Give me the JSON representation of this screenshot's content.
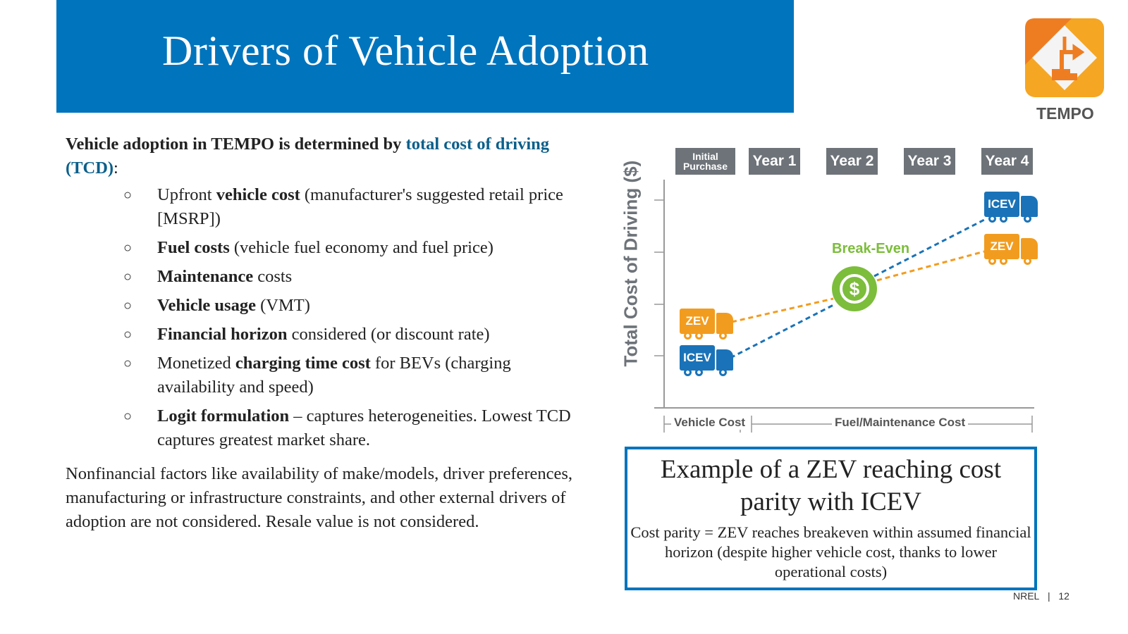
{
  "title": "Drivers of Vehicle Adoption",
  "logo": {
    "text": "TEMPO"
  },
  "intro": {
    "a": "Vehicle adoption in TEMPO is determined by ",
    "b": "total cost of driving (TCD)",
    "c": ":"
  },
  "bullets": [
    [
      {
        "t": "Upfront ",
        "b": false
      },
      {
        "t": "vehicle cost",
        "b": true
      },
      {
        "t": " (manufacturer's suggested retail price [MSRP])",
        "b": false
      }
    ],
    [
      {
        "t": "Fuel costs",
        "b": true
      },
      {
        "t": " (vehicle fuel economy and fuel price)",
        "b": false
      }
    ],
    [
      {
        "t": "Maintenance",
        "b": true
      },
      {
        "t": " costs",
        "b": false
      }
    ],
    [
      {
        "t": "Vehicle usage",
        "b": true
      },
      {
        "t": " (VMT)",
        "b": false
      }
    ],
    [
      {
        "t": "Financial horizon",
        "b": true
      },
      {
        "t": " considered (or discount rate)",
        "b": false
      }
    ],
    [
      {
        "t": "Monetized ",
        "b": false
      },
      {
        "t": "charging time cost",
        "b": true
      },
      {
        "t": " for BEVs (charging availability and speed)",
        "b": false
      }
    ],
    [
      {
        "t": "Logit formulation",
        "b": true
      },
      {
        "t": " – captures heterogeneities. Lowest TCD captures greatest market share.",
        "b": false
      }
    ]
  ],
  "bullet_glyph": "○",
  "footnote": "Nonfinancial factors like availability of make/models, driver preferences, manufacturing or infrastructure constraints, and other external drivers of adoption are not considered. Resale value is not considered.",
  "diagram": {
    "headers": [
      "Initial Purchase",
      "Year 1",
      "Year 2",
      "Year 3",
      "Year 4"
    ],
    "ylabel": "Total Cost of Driving ($)",
    "break_even": "Break-Even",
    "dollar": "$",
    "zev": "ZEV",
    "icev": "ICEV",
    "xlabels": [
      "Vehicle Cost",
      "Fuel/Maintenance Cost"
    ],
    "colors": {
      "zev": "#f29c1f",
      "icev": "#1a73b8",
      "break_even": "#7cbd3b",
      "header": "#6d7379"
    }
  },
  "caption": {
    "title": "Example of a ZEV reaching cost parity with ICEV",
    "text": "Cost parity = ZEV reaches breakeven within assumed financial horizon (despite higher vehicle cost, thanks to lower operational costs)"
  },
  "footer": {
    "org": "NREL",
    "sep": "|",
    "page": "12"
  }
}
